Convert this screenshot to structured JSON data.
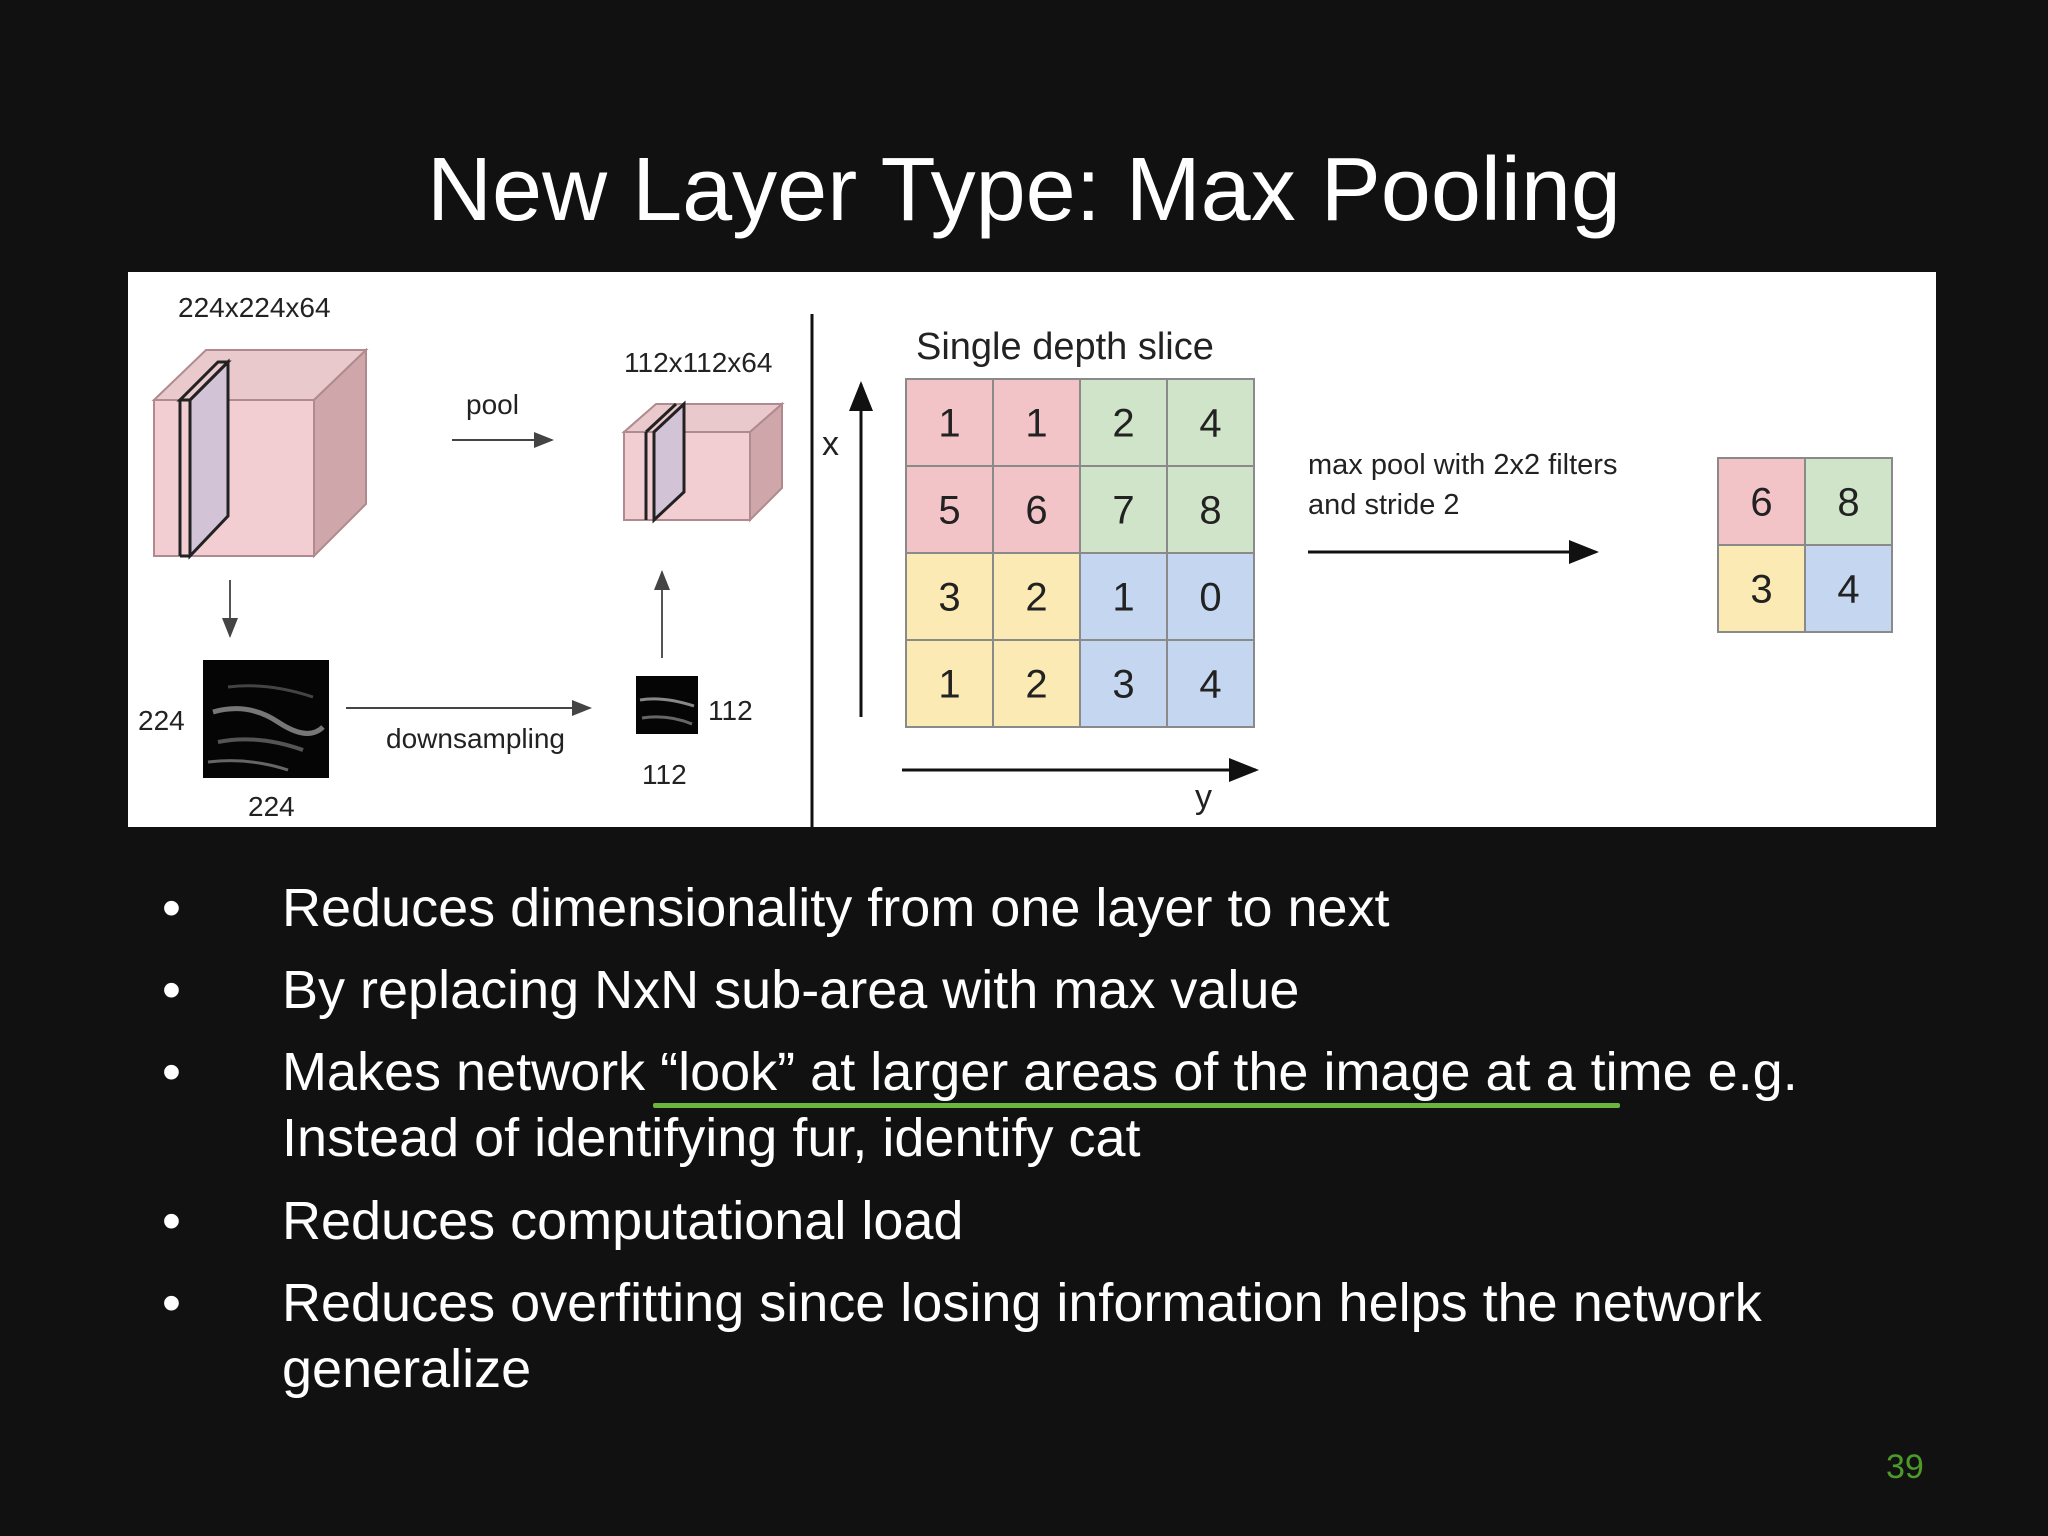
{
  "slide": {
    "title": "New Layer Type: Max Pooling",
    "page_number": "39"
  },
  "diagram": {
    "volume_in_label": "224x224x64",
    "pool_label": "pool",
    "volume_out_label": "112x112x64",
    "downsampling_label": "downsampling",
    "image_in_side_label": "224",
    "image_in_bottom_label": "224",
    "image_out_side_label": "112",
    "image_out_bottom_label": "112",
    "slice_title": "Single depth slice",
    "axis_x_label": "x",
    "axis_y_label": "y",
    "grid": [
      [
        1,
        1,
        2,
        4
      ],
      [
        5,
        6,
        7,
        8
      ],
      [
        3,
        2,
        1,
        0
      ],
      [
        1,
        2,
        3,
        4
      ]
    ],
    "operation_line1": "max pool with 2x2 filters",
    "operation_line2": "and stride 2",
    "result": [
      [
        6,
        8
      ],
      [
        3,
        4
      ]
    ],
    "quadrant_colors": {
      "top_left": "#f2c4c8",
      "top_right": "#cfe4c8",
      "bottom_left": "#fbeab3",
      "bottom_right": "#c4d6f0"
    }
  },
  "bullets": [
    {
      "line1": "Reduces dimensionality from one layer to next",
      "line2": ""
    },
    {
      "line1": "By replacing NxN sub-area with max value",
      "line2": ""
    },
    {
      "line1": "Makes network “look” at larger areas of the image at a time e.g.",
      "line2": "Instead of identifying fur, identify cat"
    },
    {
      "line1": "Reduces computational load",
      "line2": ""
    },
    {
      "line1": "Reduces overfitting since losing information helps the network",
      "line2": "generalize"
    }
  ],
  "bullet_symbol": "•"
}
